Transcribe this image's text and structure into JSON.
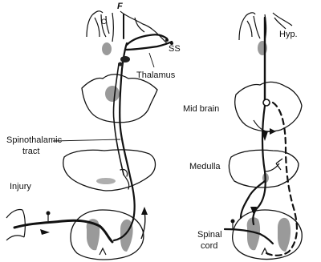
{
  "labels": {
    "F": "F",
    "C": "C",
    "SS": "SS",
    "thalamus": "Thalamus",
    "spinothalamic_line1": "Spinothalamic",
    "spinothalamic_line2": "tract",
    "injury": "Injury",
    "hyp": "Hyp.",
    "mid_brain": "Mid brain",
    "medulla": "Medulla",
    "spinal_line1": "Spinal",
    "spinal_line2": "cord"
  },
  "colors": {
    "ink": "#111111",
    "stipple": "#9a9a9a",
    "background": "#ffffff"
  }
}
